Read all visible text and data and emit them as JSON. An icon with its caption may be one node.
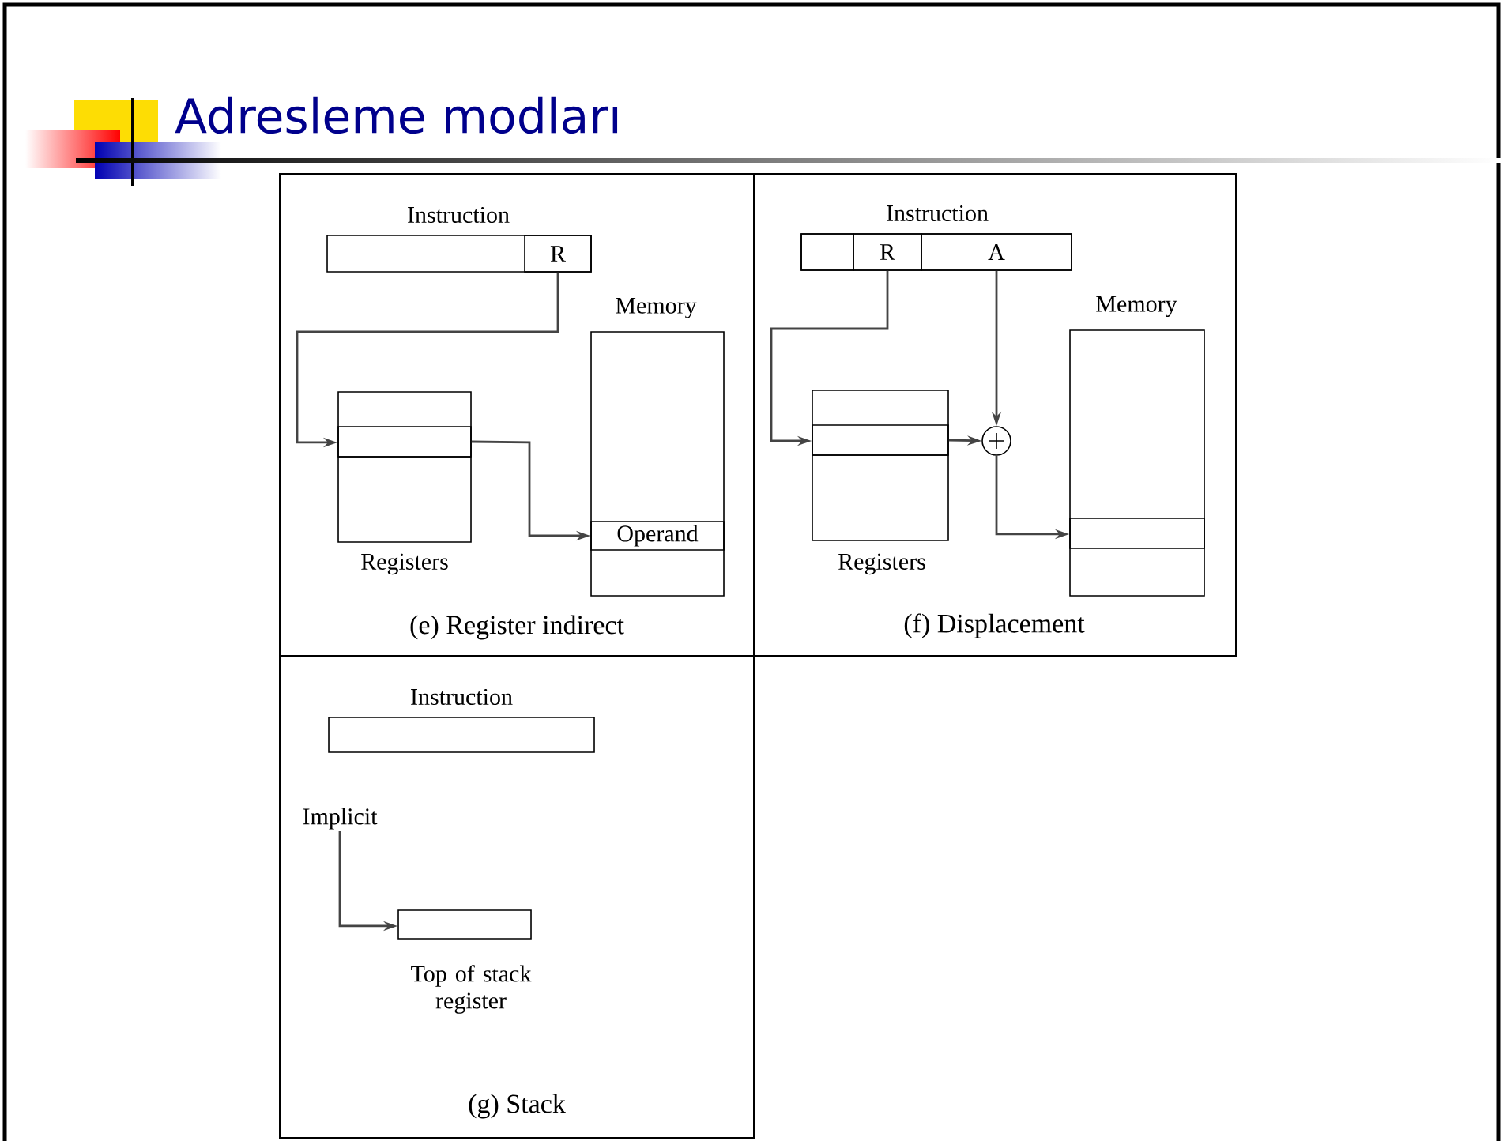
{
  "diagram": {
    "title": "Adresleme modları",
    "nodes": [
      {
        "text": [
          "(e) Register indirect"
        ]
      },
      {
        "text": [
          "Instruction"
        ],
        "in": 0
      },
      {
        "text": [
          "R"
        ],
        "in": 1
      },
      {
        "text": [
          "Registers"
        ],
        "in": 0
      },
      {
        "text": [],
        "shape": "box",
        "in": 3
      },
      {
        "text": [
          "Memory"
        ],
        "in": 0
      },
      {
        "text": [
          "Operand"
        ],
        "in": 5
      },
      {
        "text": [
          "(f) Displacement"
        ]
      },
      {
        "text": [
          "Instruction"
        ],
        "in": 7
      },
      {
        "text": [],
        "shape": "box",
        "in": 8
      },
      {
        "text": [
          "R"
        ],
        "in": 8
      },
      {
        "text": [
          "A"
        ],
        "in": 8
      },
      {
        "text": [
          "Registers"
        ],
        "in": 7
      },
      {
        "text": [],
        "shape": "box",
        "in": 12
      },
      {
        "text": [],
        "shape": "circle",
        "in": 7
      },
      {
        "text": [
          "Memory"
        ],
        "in": 7
      },
      {
        "text": [],
        "shape": "box",
        "in": 15
      },
      {
        "text": [
          "(g) Stack"
        ]
      },
      {
        "text": [
          "Instruction"
        ],
        "in": 17
      },
      {
        "text": [
          "Implicit"
        ],
        "in": 17
      },
      {
        "text": [
          "Top of stack register"
        ],
        "in": 17
      }
    ],
    "edges": [
      {
        "from": 2,
        "to": 4,
        "arrow": "to"
      },
      {
        "from": 4,
        "to": 6,
        "arrow": "to"
      },
      {
        "from": 10,
        "to": 13,
        "arrow": "to"
      },
      {
        "from": 11,
        "to": 14,
        "arrow": "to"
      },
      {
        "from": 13,
        "to": 14,
        "arrow": "to"
      },
      {
        "from": 14,
        "to": 16,
        "arrow": "to"
      },
      {
        "from": 19,
        "to": 20,
        "arrow": "to"
      }
    ]
  }
}
